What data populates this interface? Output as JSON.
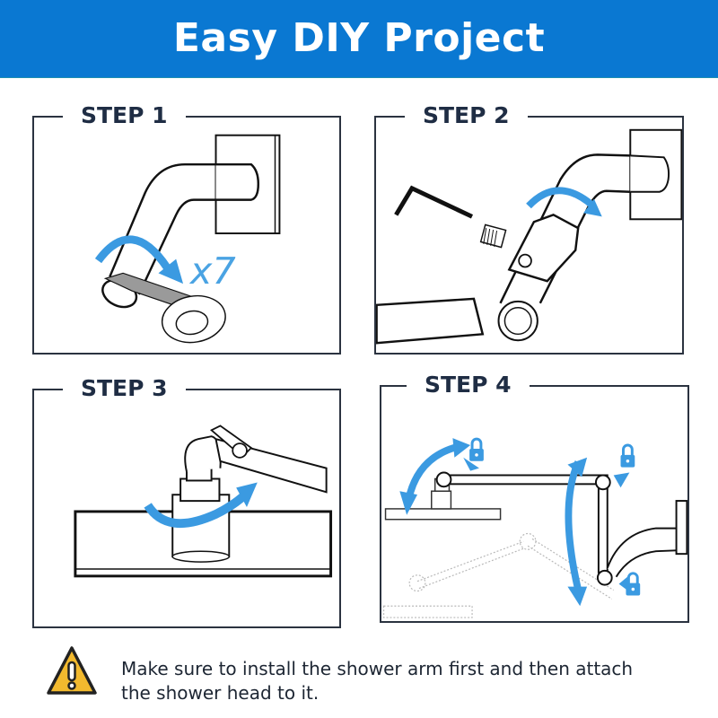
{
  "header": {
    "title": "Easy DIY Project",
    "background_color": "#0a78d2"
  },
  "steps": [
    {
      "label": "STEP 1",
      "illustration": "wrap-thread-tape-on-shower-pipe",
      "annotation": "x7",
      "icons": [
        "curved-arrow-icon",
        "thread-tape-roll-icon"
      ]
    },
    {
      "label": "STEP 2",
      "illustration": "attach-arm-to-pipe-with-set-screw",
      "icons": [
        "hex-key-icon",
        "set-screw-icon",
        "curved-arrow-icon"
      ]
    },
    {
      "label": "STEP 3",
      "illustration": "screw-shower-head-onto-arm",
      "icons": [
        "curved-arrow-icon"
      ]
    },
    {
      "label": "STEP 4",
      "illustration": "adjust-arm-joints-and-lock",
      "icons": [
        "double-arrow-icon",
        "lock-icon",
        "lock-icon",
        "lock-icon"
      ]
    }
  ],
  "warning": {
    "icon": "warning-triangle-icon",
    "line1": "Make sure to install the shower arm first and then attach",
    "line2": "the shower head to it."
  },
  "colors": {
    "accent_blue": "#3b9ae1",
    "frame": "#2b3340",
    "label_text": "#1f2d44",
    "warning_yellow": "#f2b92e"
  }
}
